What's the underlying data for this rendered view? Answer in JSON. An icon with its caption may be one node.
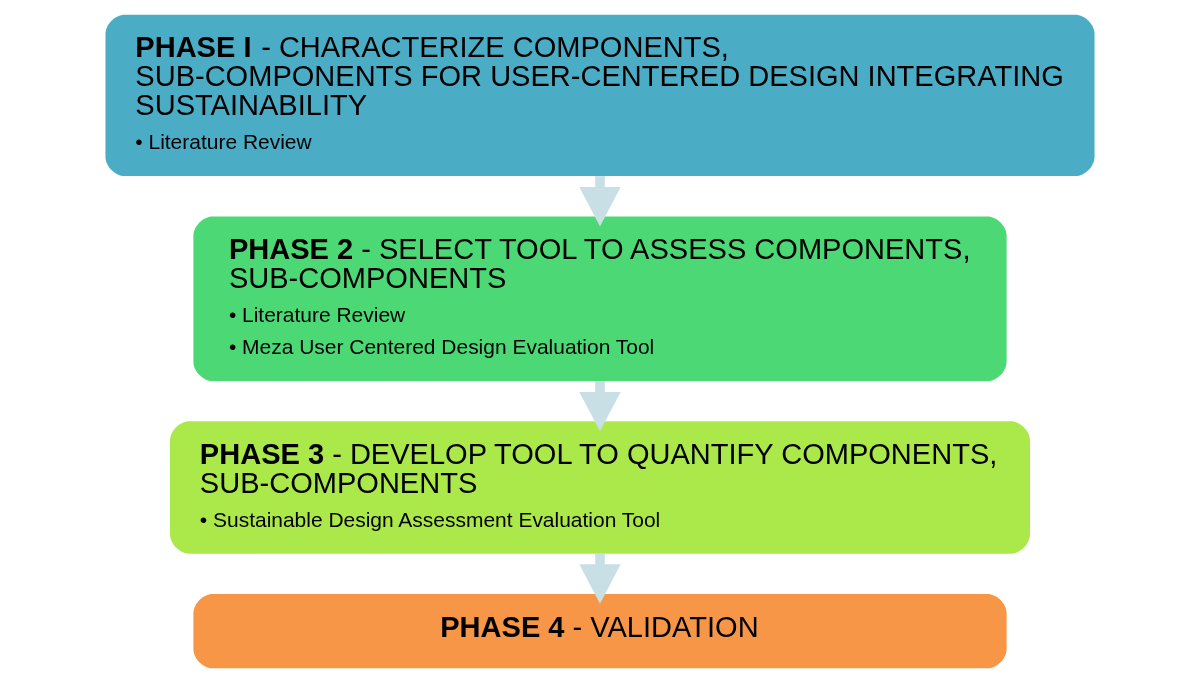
{
  "diagram": {
    "nodes": [
      {
        "text": [
          "**PHASE I** - CHARACTERIZE COMPONENTS, SUB-COMPONENTS FOR USER-CENTERED DESIGN INTEGRATING SUSTAINABILITY",
          "• Literature Review"
        ]
      },
      {
        "text": [
          "**PHASE 2** - SELECT TOOL TO ASSESS COMPONENTS, SUB-COMPONENTS",
          "• Literature Review",
          "• Meza User Centered Design Evaluation Tool"
        ]
      },
      {
        "text": [
          "**PHASE 3** - DEVELOP TOOL TO QUANTIFY COMPONENTS, SUB-COMPONENTS",
          "• Sustainable Design Assessment Evaluation Tool"
        ]
      },
      {
        "text": [
          "**PHASE 4** - VALIDATION"
        ]
      }
    ],
    "edges": [
      {
        "from": 0,
        "to": 1,
        "arrow": "to"
      },
      {
        "from": 1,
        "to": 2,
        "arrow": "to"
      },
      {
        "from": 2,
        "to": 3,
        "arrow": "to"
      }
    ]
  }
}
